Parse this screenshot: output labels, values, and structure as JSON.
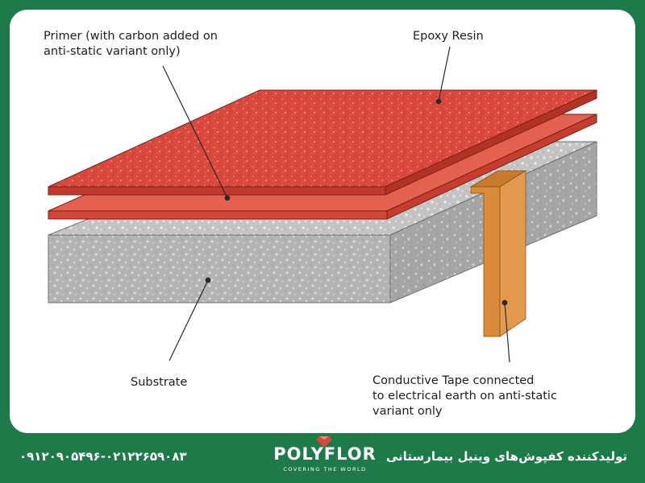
{
  "diagram": {
    "labels": {
      "primer_line1": "Primer (with carbon added on",
      "primer_line2": "anti-static variant only)",
      "epoxy": "Epoxy Resin",
      "substrate": "Substrate",
      "tape_line1": "Conductive Tape connected",
      "tape_line2": "to electrical earth on anti-static",
      "tape_line3": "variant only"
    },
    "colors": {
      "epoxy": "#d9473d",
      "primer": "#e4614f",
      "substrate": "#b9b9b9",
      "tape": "#d98a3a",
      "frame": "#1f7a4a"
    }
  },
  "footer": {
    "phone": "۰۹۱۲۰۹۰۵۴۹۶-۰۲۱۲۲۶۵۹۰۸۳",
    "brand": "POLYFLOR",
    "brand_tagline": "COVERING THE WORLD",
    "tagline_fa": "تولیدکننده کفپوش‌های وینیل بیمارستانی"
  }
}
